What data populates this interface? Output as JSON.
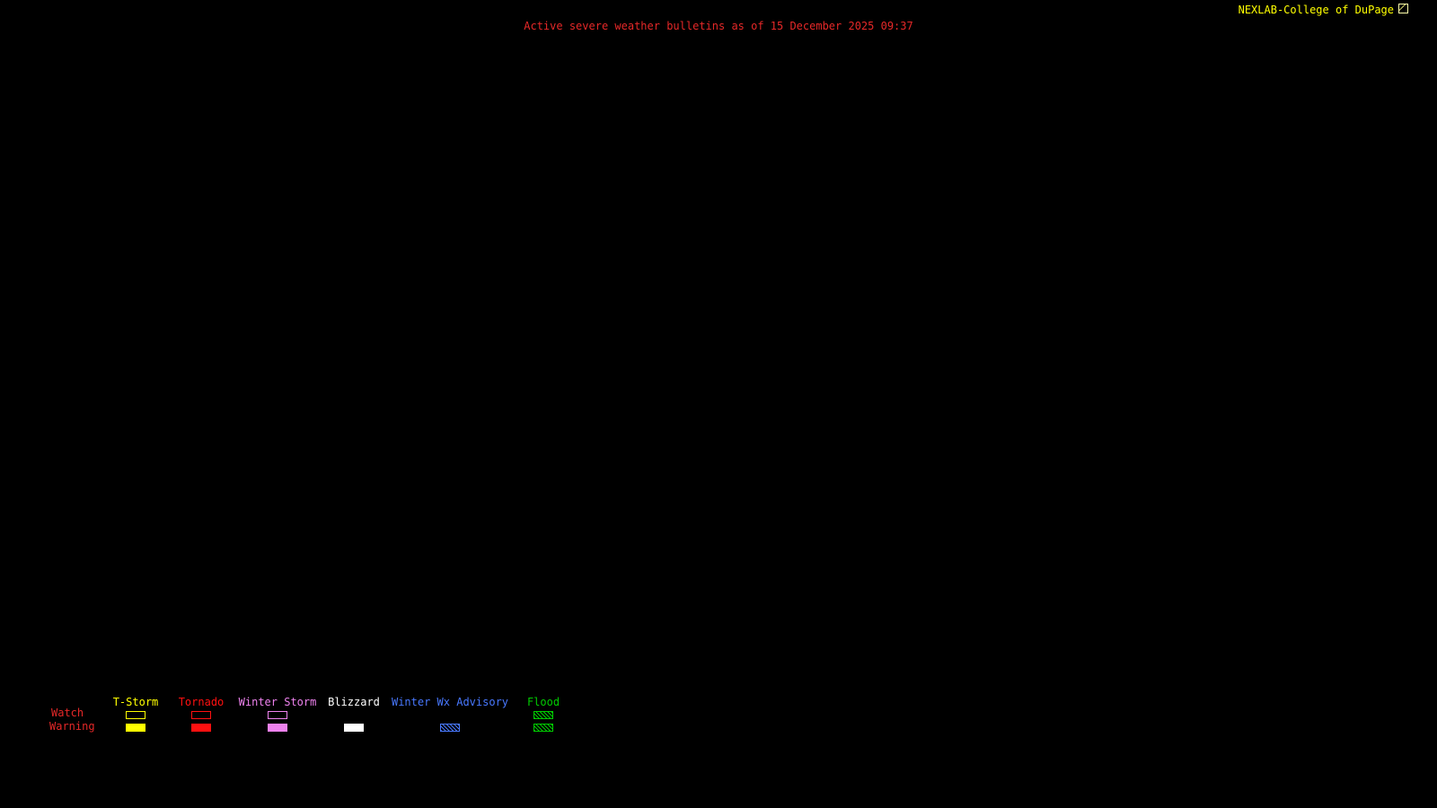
{
  "page": {
    "background": "#000000"
  },
  "header": {
    "title": "Active severe weather bulletins as of 15 December 2025 09:37",
    "title_color": "#e62828",
    "attribution": "NEXLAB-College of DuPage",
    "attribution_color": "#ffff00"
  },
  "legend": {
    "row_label_color": "#e62828",
    "rows": [
      {
        "label": "Watch"
      },
      {
        "label": "Warning"
      }
    ],
    "columns": [
      {
        "label": "T-Storm",
        "color": "#ffff00",
        "watch": "outline",
        "warning": "fill"
      },
      {
        "label": "Tornado",
        "color": "#ff1010",
        "watch": "outline",
        "warning": "fill"
      },
      {
        "label": "Winter Storm",
        "color": "#ee82ee",
        "watch": "outline",
        "warning": "fill"
      },
      {
        "label": "Blizzard",
        "color": "#ffffff",
        "watch": "none",
        "warning": "fill"
      },
      {
        "label": "Winter Wx Advisory",
        "color": "#4878ff",
        "watch": "none",
        "warning": "hatch"
      },
      {
        "label": "Flood",
        "color": "#00cc00",
        "watch": "hatch",
        "warning": "hatch"
      }
    ]
  }
}
